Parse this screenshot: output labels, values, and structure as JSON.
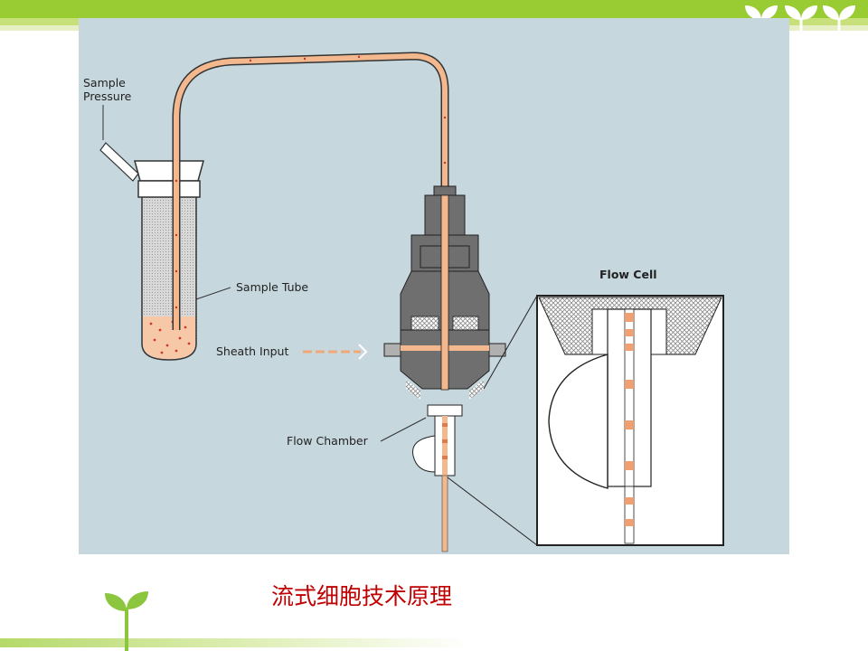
{
  "diagram": {
    "labels": {
      "sample_pressure_line1": "Sample",
      "sample_pressure_line2": "Pressure",
      "sample_tube": "Sample Tube",
      "sheath_input": "Sheath Input",
      "flow_chamber": "Flow Chamber",
      "flow_cell": "Flow Cell"
    }
  },
  "caption": "流式细胞技术原理",
  "colors": {
    "accent_green": "#8cc63f",
    "panel_bg": "#c6d7dd",
    "sample_orange": "#f0a878",
    "metal_gray": "#6f6f6f",
    "caption_red": "#c00000"
  }
}
